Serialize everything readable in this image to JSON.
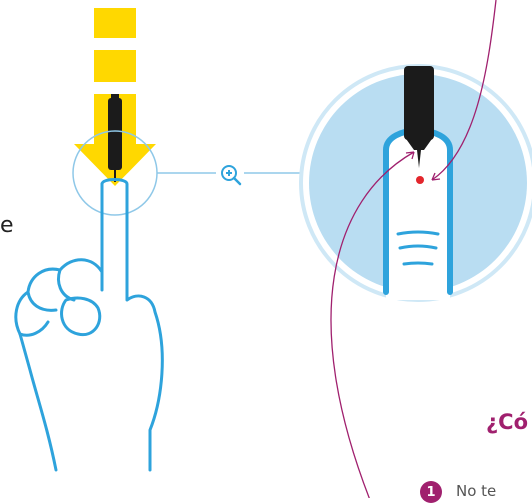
{
  "edge_text": "e",
  "section": {
    "heading": "¿Có",
    "steps": [
      {
        "number": "1",
        "text": "No te"
      }
    ]
  },
  "colors": {
    "arrow_yellow": "#ffd800",
    "outline_blue": "#2ea3dc",
    "circle_fill": "#b9ddf2",
    "pen_black": "#1b1b1b",
    "pointer_purple": "#a0206e",
    "blood_red": "#e3262c"
  },
  "icons": [
    "zoom-in-icon"
  ]
}
